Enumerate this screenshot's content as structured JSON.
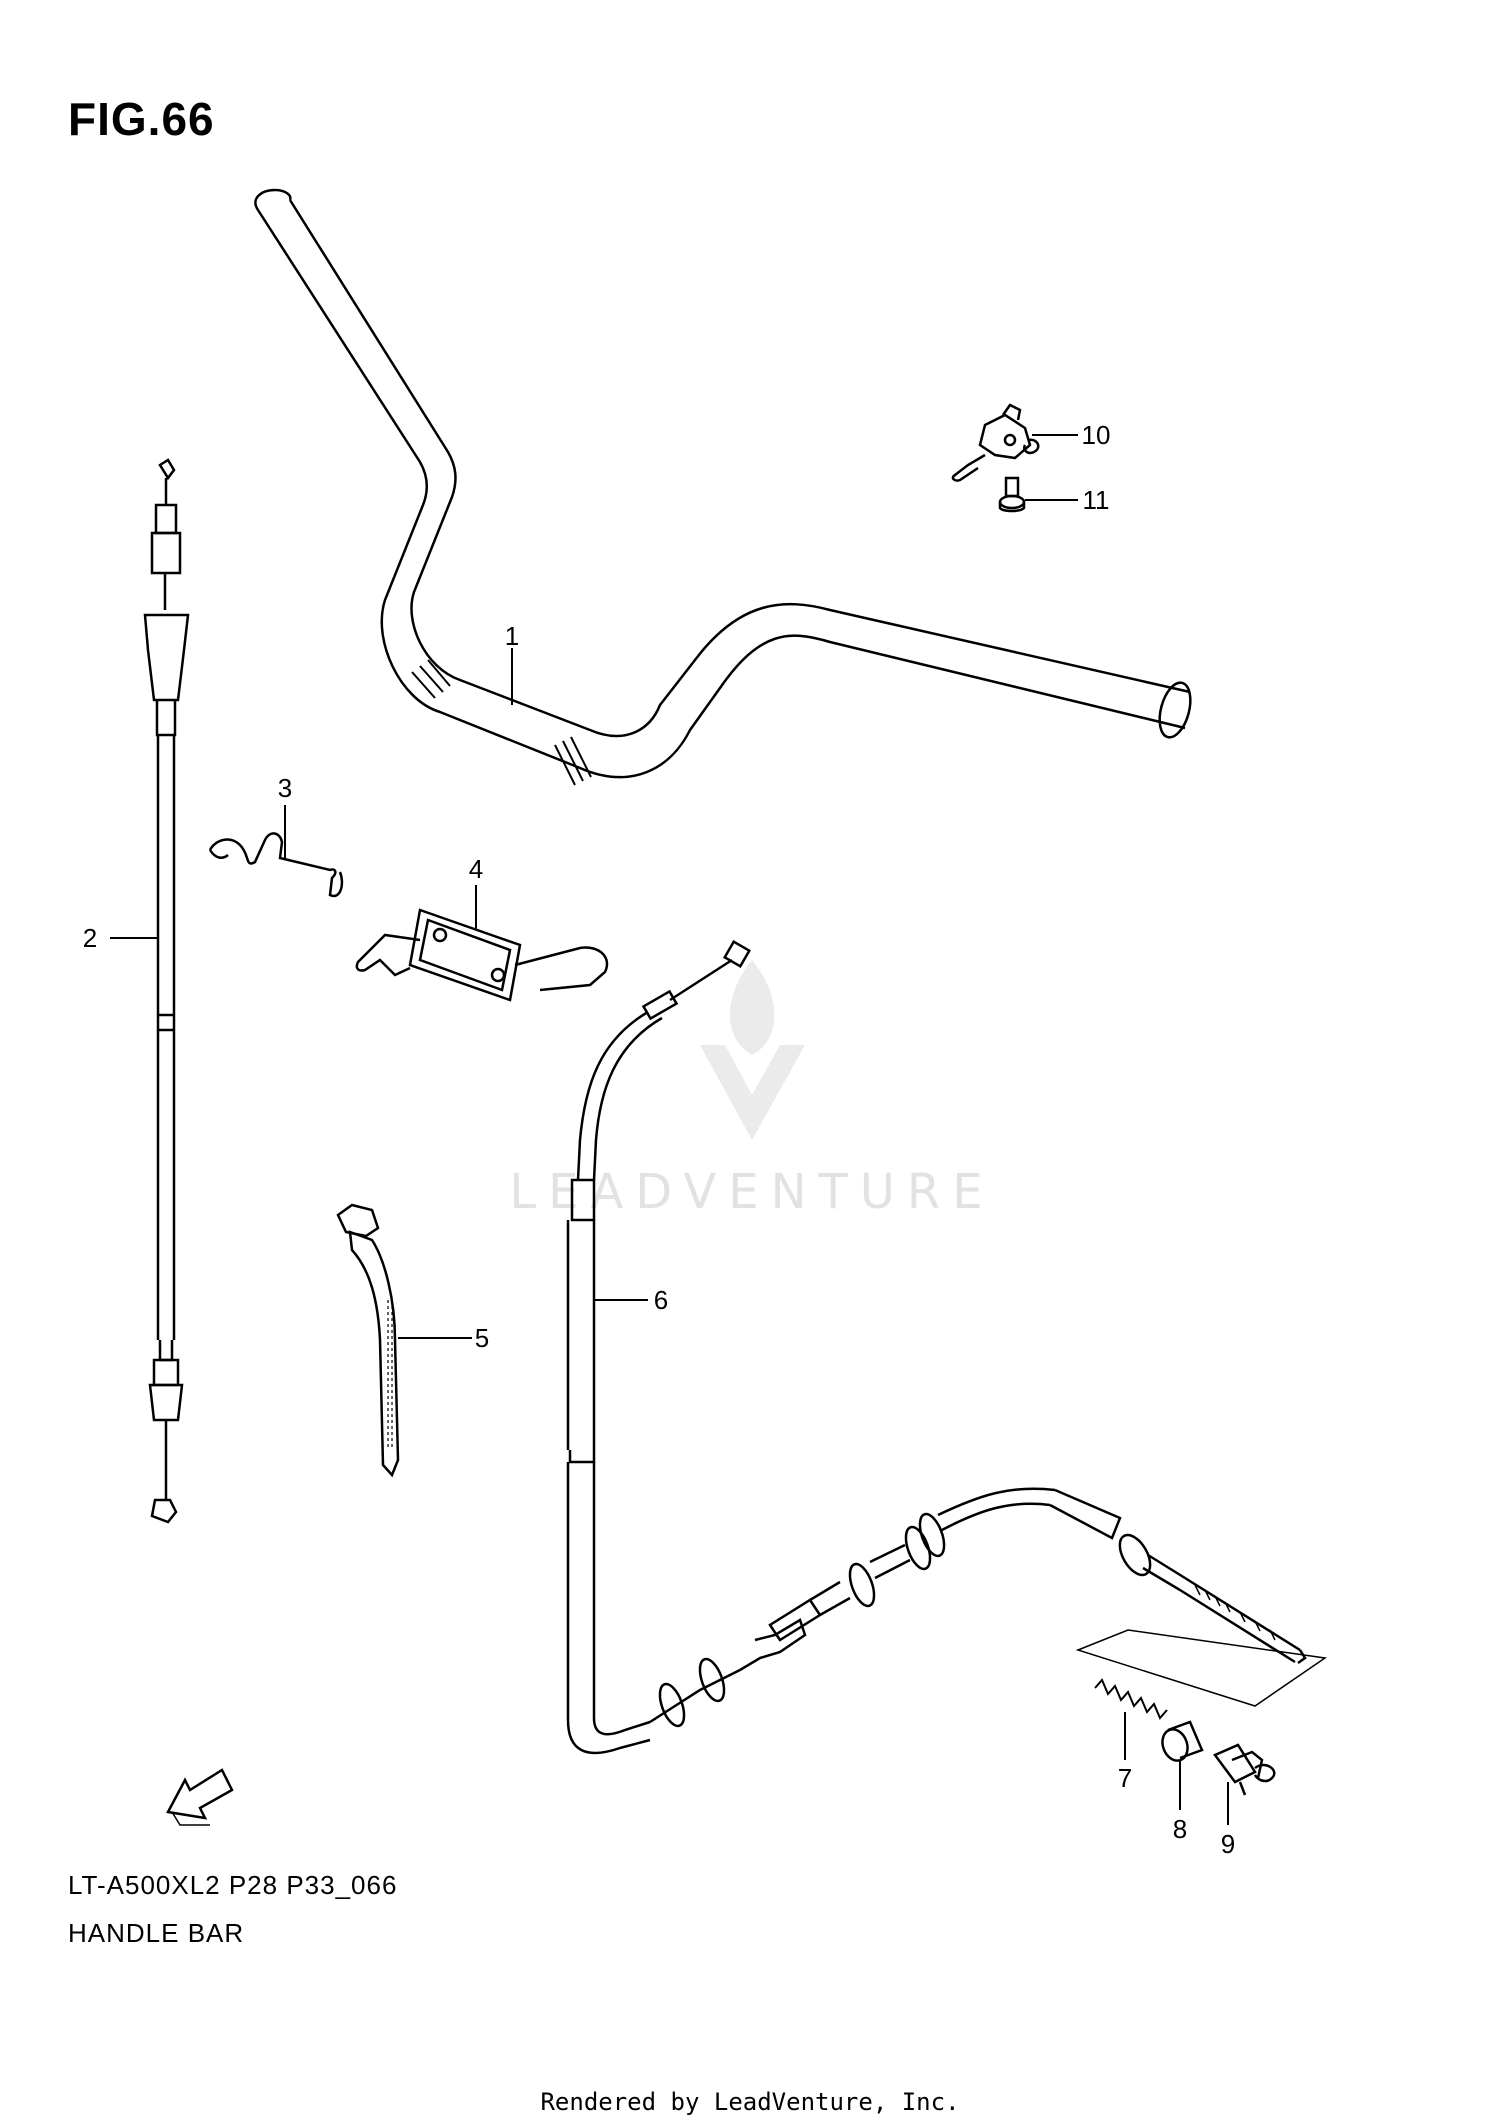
{
  "figure": {
    "title": "FIG.66"
  },
  "watermark": {
    "brand": "LEADVENTURE"
  },
  "parts": [
    {
      "ref": "1",
      "name": "handle-bar"
    },
    {
      "ref": "2",
      "name": "cable-1"
    },
    {
      "ref": "3",
      "name": "spring-clip"
    },
    {
      "ref": "4",
      "name": "cable-guide-clamp"
    },
    {
      "ref": "5",
      "name": "cable-tie"
    },
    {
      "ref": "6",
      "name": "cable-2"
    },
    {
      "ref": "7",
      "name": "spring"
    },
    {
      "ref": "8",
      "name": "collar"
    },
    {
      "ref": "9",
      "name": "cable-end"
    },
    {
      "ref": "10",
      "name": "clamp"
    },
    {
      "ref": "11",
      "name": "screw"
    }
  ],
  "footer": {
    "model_code": "LT-A500XL2 P28 P33_066",
    "section_name": "HANDLE BAR",
    "credit": "Rendered by LeadVenture, Inc."
  },
  "icons": {
    "direction": "fwd-arrow-icon",
    "logo": "leadventure-logo-icon"
  }
}
